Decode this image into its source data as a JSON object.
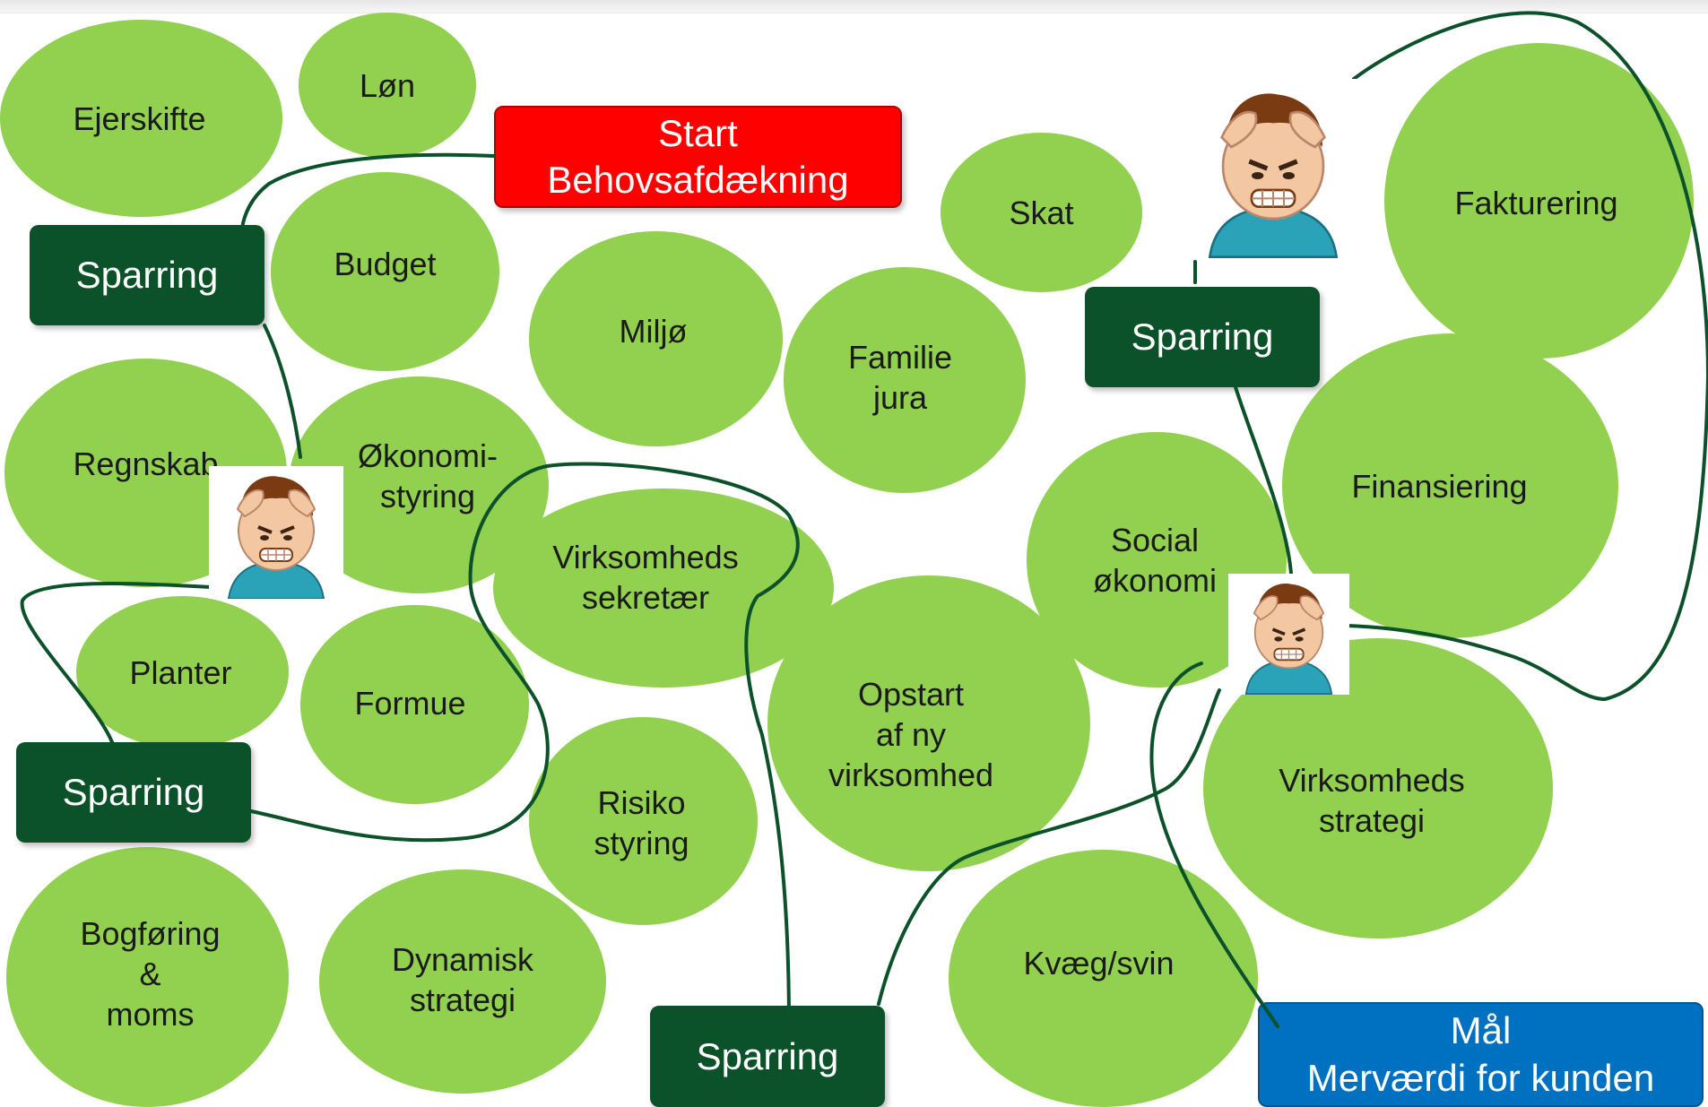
{
  "bubbles": {
    "ejerskifte": "Ejerskifte",
    "loen": "Løn",
    "budget": "Budget",
    "regnskab": "Regnskab",
    "oekonomistyring": "Økonomi-\nstyring",
    "planter": "Planter",
    "formue": "Formue",
    "bogfoering": "Bogføring\n&\nmoms",
    "dynamisk": "Dynamisk\nstrategi",
    "miljoe": "Miljø",
    "familiejura": "Familie\njura",
    "skat": "Skat",
    "virksomhedssekretaer": "Virksomheds\nsekretær",
    "risikostyring": "Risiko\nstyring",
    "opstart": "Opstart\naf ny\nvirksomhed",
    "socialoekonomi": "Social\nøkonomi",
    "fakturering": "Fakturering",
    "finansiering": "Finansiering",
    "virksomhedsstrategi": "Virksomheds\nstrategi",
    "kvaeg": "Kvæg/svin"
  },
  "boxes": {
    "start": "Start\nBehovsafdækning",
    "sparring_1": "Sparring",
    "sparring_2": "Sparring",
    "sparring_3": "Sparring",
    "sparring_4": "Sparring",
    "goal": "Mål\nMerværdi for kunden"
  },
  "icons": {
    "frustrated_person": "frustrated-person-icon"
  },
  "colors": {
    "bubble": "#92d050",
    "sparring": "#0b5129",
    "start": "#ff0000",
    "goal": "#0070c0",
    "path": "#0b5129"
  }
}
